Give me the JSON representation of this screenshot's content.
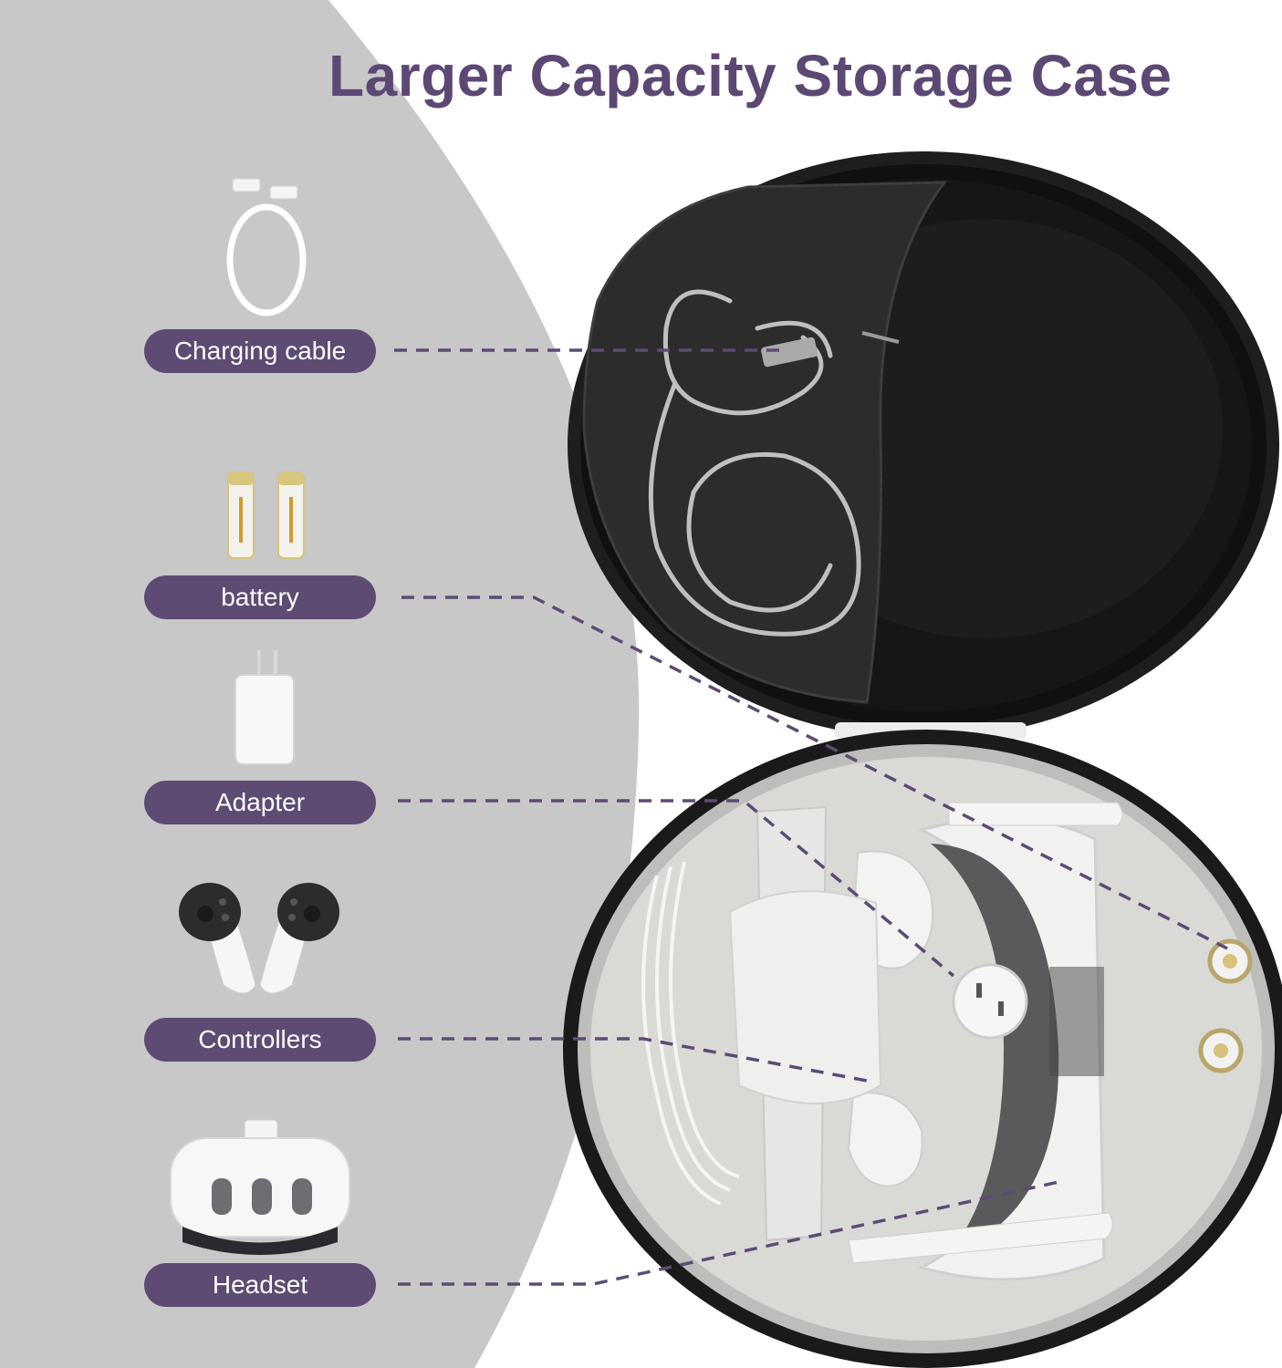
{
  "title": "Larger Capacity Storage Case",
  "items": [
    {
      "label": "Charging cable",
      "icon": "charging-cable-icon"
    },
    {
      "label": "battery",
      "icon": "battery-icon"
    },
    {
      "label": "Adapter",
      "icon": "adapter-icon"
    },
    {
      "label": "Controllers",
      "icon": "controllers-icon"
    },
    {
      "label": "Headset",
      "icon": "headset-icon"
    }
  ],
  "colors": {
    "accent": "#5d4b73",
    "title": "#5b4873",
    "panel": "#c8c8c8",
    "case_shell": "#1b1b1b",
    "case_lining": "#d9d9d6"
  }
}
